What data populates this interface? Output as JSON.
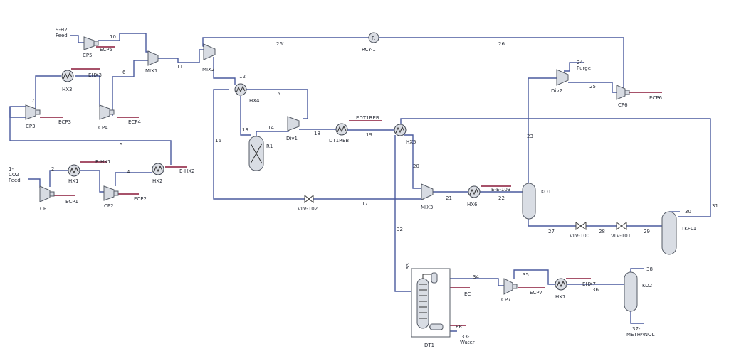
{
  "labels": {
    "feed_h2_1": "9-H2",
    "feed_h2_2": "Feed",
    "s10": "10",
    "cp5": "CP5",
    "ecp5": "ECP5",
    "mix1": "MIX1",
    "s11": "11",
    "mix2": "MIX2",
    "s26p": "26'",
    "rcy1": "RCY-1",
    "rcy_symbol": "R",
    "s26": "26",
    "ehx3": "EHX3",
    "s6": "6",
    "hx3": "HX3",
    "s12": "12",
    "hx4": "HX4",
    "s15": "15",
    "s7": "7",
    "cp3": "CP3",
    "ecp3": "ECP3",
    "cp4": "CP4",
    "ecp4": "ECP4",
    "s13": "13",
    "s14": "14",
    "div1": "Div1",
    "s18": "18",
    "edt1reb": "EDT1REB",
    "dt1reb": "DT1REB",
    "s19": "19",
    "r1": "R1",
    "s5": "5",
    "s16": "16",
    "hx5": "HX5",
    "co2_1": "1-",
    "co2_2": "CO2",
    "co2_3": "Feed",
    "s2": "2",
    "hx1": "HX1",
    "ehx1": "E-HX1",
    "s4": "4",
    "hx2": "HX2",
    "ehx2": "E-HX2",
    "cp1": "CP1",
    "ecp1": "ECP1",
    "cp2": "CP2",
    "ecp2": "ECP2",
    "s20": "20",
    "mix3": "MIX3",
    "s21": "21",
    "hx6": "HX6",
    "e103": "E-E-103",
    "s22": "22",
    "vlv102": "VLV-102",
    "s17": "17",
    "s32": "32",
    "s24_1": "24-",
    "s24_2": "Purge",
    "div2": "Div2",
    "s25": "25",
    "cp6": "CP6",
    "ecp6": "ECP6",
    "s23": "23",
    "ko1": "KO1",
    "s31": "31",
    "s27": "27",
    "vlv100": "VLV-100",
    "s28": "28",
    "vlv101": "VLV-101",
    "s29": "29",
    "s30": "30",
    "tkfl1": "TKFL1",
    "s33a": "33",
    "s34": "34",
    "ec": "EC",
    "s35": "35",
    "cp7": "CP7",
    "ecp7": "ECP7",
    "hx7": "HX7",
    "ehx7": "EHX7",
    "s36": "36",
    "s38": "38",
    "ko2": "KO2",
    "er": "ER",
    "water_1": "33-",
    "water_2": "Water",
    "dt1": "DT1",
    "meoh_1": "37-",
    "meoh_2": "METHANOL"
  },
  "colors": {
    "material_stream": "#4a5a9e",
    "energy_stream": "#8a1838",
    "equipment_fill": "#d7dbe2"
  }
}
